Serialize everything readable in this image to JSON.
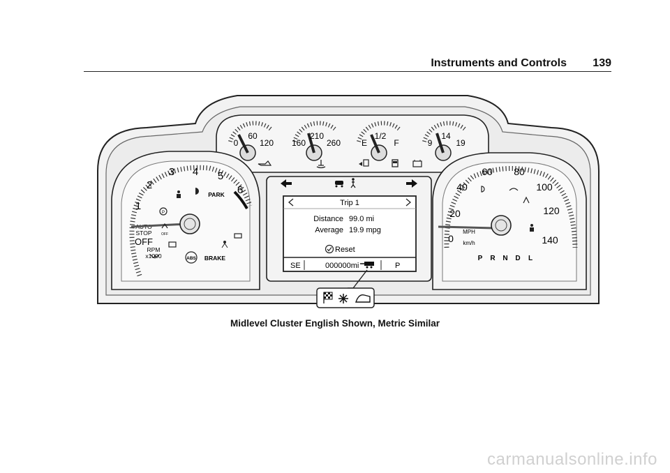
{
  "page": {
    "section_title": "Instruments and Controls",
    "page_number": "139",
    "caption": "Midlevel Cluster English Shown, Metric Similar",
    "watermark": "carmanualsonline.info"
  },
  "cluster": {
    "top_gauges": [
      {
        "name": "oil-pressure",
        "labels": [
          "0",
          "60",
          "120"
        ],
        "icon": "oil-can-icon"
      },
      {
        "name": "coolant-temp",
        "labels": [
          "160",
          "210",
          "260"
        ],
        "icon": "coolant-temp-icon"
      },
      {
        "name": "fuel",
        "labels": [
          "E",
          "1/2",
          "F"
        ],
        "icon": "fuel-pump-icon",
        "sub_icon": "fuel-door-arrow-icon"
      },
      {
        "name": "voltage",
        "labels": [
          "9",
          "14",
          "19"
        ],
        "icon": "battery-icon"
      }
    ],
    "tachometer": {
      "numbers": [
        "1",
        "2",
        "3",
        "4",
        "5",
        "6"
      ],
      "auto_stop": [
        "AUTO",
        "STOP"
      ],
      "off": "OFF",
      "rpm": [
        "RPM",
        "x1000"
      ],
      "park": "PARK",
      "brake": "BRAKE",
      "abs": "ABS",
      "off_small": "OFF"
    },
    "speedometer": {
      "numbers": [
        "0",
        "20",
        "40",
        "60",
        "80",
        "100",
        "120",
        "140"
      ],
      "mph": "MPH",
      "kmh": "km/h",
      "gears": [
        "P",
        "R",
        "N",
        "D",
        "L"
      ]
    },
    "dic": {
      "title": "Trip 1",
      "rows": [
        {
          "label": "Distance",
          "value": "99.0 mi"
        },
        {
          "label": "Average",
          "value": "19.9 mpg"
        }
      ],
      "reset": "Reset",
      "status": {
        "compass": "SE",
        "odometer": "000000mi",
        "gear": "P"
      }
    },
    "mode_icons": [
      "race-flag-icon",
      "snowflake-icon",
      "off-road-icon"
    ]
  }
}
